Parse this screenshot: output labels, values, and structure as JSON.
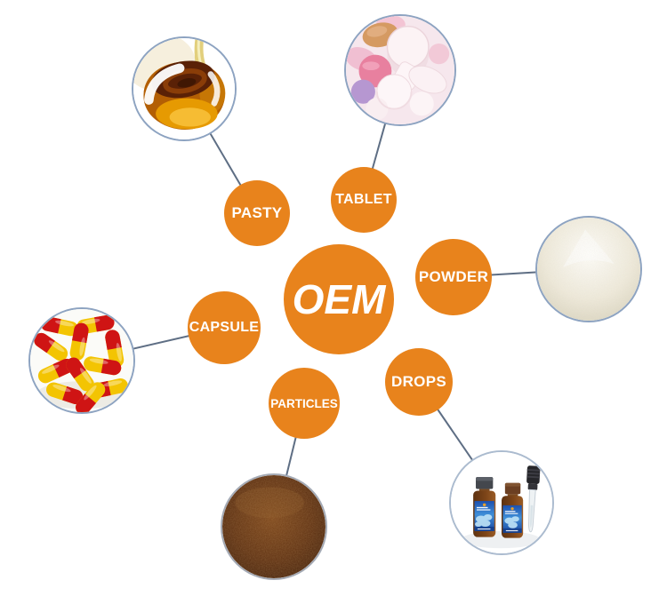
{
  "diagram": {
    "center_label": "OEM",
    "nodes": [
      {
        "label": "PASTY",
        "image": "honey-syrup-photo"
      },
      {
        "label": "TABLET",
        "image": "pills-tablets-photo"
      },
      {
        "label": "POWDER",
        "image": "white-powder-photo"
      },
      {
        "label": "DROPS",
        "image": "dropper-bottles-photo"
      },
      {
        "label": "CAPSULE",
        "image": "red-yellow-capsules-photo"
      },
      {
        "label": "PARTICLES",
        "image": "brown-granules-photo"
      }
    ],
    "colors": {
      "accent_orange": "#E8831C",
      "connector_line": "#5E6E84",
      "photo_circle_border": "#708CB2",
      "label_text": "#FFFFFF",
      "background": "#FFFFFF"
    }
  }
}
